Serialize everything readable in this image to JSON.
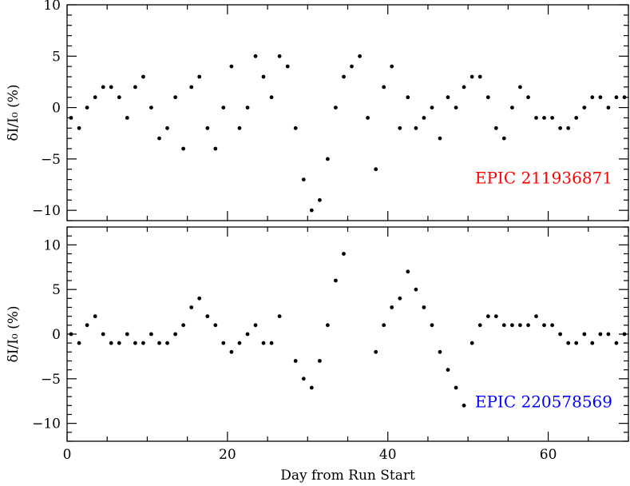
{
  "chart_data": [
    {
      "type": "scatter",
      "xlabel": "Day from Run Start",
      "ylabel": "δI/I₀ (%)",
      "annotation": "EPIC 211936871",
      "annotation_color": "#ff0000",
      "xlim": [
        0,
        70
      ],
      "ylim": [
        -11,
        10
      ],
      "x_ticks": [
        0,
        20,
        40,
        60
      ],
      "y_ticks": [
        -10,
        -5,
        0,
        5,
        10
      ],
      "y_tick_labels": [
        "−10",
        "−5",
        "0",
        "5",
        "10"
      ],
      "marker_color": "#000000",
      "series": [
        {
          "x": [
            0.5,
            1.5,
            2.5,
            3.5,
            4.5,
            5.5,
            6.5,
            7.5,
            8.5,
            9.5,
            10.5,
            11.5,
            12.5,
            13.5,
            14.5,
            15.5,
            16.5,
            17.5,
            18.5,
            19.5,
            20.5,
            21.5,
            22.5,
            23.5,
            24.5,
            25.5,
            26.5,
            27.5,
            28.5,
            29.5,
            30.5,
            31.5,
            32.5,
            33.5,
            34.5,
            35.5,
            36.5,
            37.5,
            38.5,
            39.5,
            40.5,
            41.5,
            42.5,
            43.5,
            44.5,
            45.5,
            46.5,
            47.5,
            48.5,
            49.5,
            50.5,
            51.5,
            52.5,
            53.5,
            54.5,
            55.5,
            56.5,
            57.5,
            58.5,
            59.5,
            60.5,
            61.5,
            62.5,
            63.5,
            64.5,
            65.5,
            66.5,
            67.5,
            68.5,
            69.5
          ],
          "y": [
            -1,
            -2,
            0,
            1,
            2,
            2,
            1,
            -1,
            2,
            3,
            0,
            -3,
            -2,
            1,
            -4,
            2,
            3,
            -2,
            -4,
            0,
            4,
            -2,
            0,
            5,
            3,
            1,
            5,
            4,
            -2,
            -7,
            -10,
            -9,
            -5,
            0,
            3,
            4,
            5,
            -1,
            -6,
            2,
            4,
            -2,
            1,
            -2,
            -1,
            0,
            -3,
            1,
            0,
            2,
            3,
            3,
            1,
            -2,
            -3,
            0,
            2,
            1,
            -1,
            -1,
            -1,
            -2,
            -2,
            -1,
            0,
            1,
            1,
            0,
            1,
            1
          ]
        }
      ]
    },
    {
      "type": "scatter",
      "xlabel": "Day from Run Start",
      "ylabel": "δI/I₀ (%)",
      "annotation": "EPIC 220578569",
      "annotation_color": "#0000ff",
      "xlim": [
        0,
        70
      ],
      "ylim": [
        -12,
        12
      ],
      "x_ticks": [
        0,
        20,
        40,
        60
      ],
      "y_ticks": [
        -10,
        -5,
        0,
        5,
        10
      ],
      "y_tick_labels": [
        "−10",
        "−5",
        "0",
        "5",
        "10"
      ],
      "marker_color": "#000000",
      "series": [
        {
          "x": [
            0.5,
            1.5,
            2.5,
            3.5,
            4.5,
            5.5,
            6.5,
            7.5,
            8.5,
            9.5,
            10.5,
            11.5,
            12.5,
            13.5,
            14.5,
            15.5,
            16.5,
            17.5,
            18.5,
            19.5,
            20.5,
            21.5,
            22.5,
            23.5,
            24.5,
            25.5,
            26.5,
            28.5,
            29.5,
            30.5,
            31.5,
            32.5,
            33.5,
            34.5,
            38.5,
            39.5,
            40.5,
            41.5,
            42.5,
            43.5,
            44.5,
            45.5,
            46.5,
            47.5,
            48.5,
            49.5,
            50.5,
            51.5,
            52.5,
            53.5,
            54.5,
            55.5,
            56.5,
            57.5,
            58.5,
            59.5,
            60.5,
            61.5,
            62.5,
            63.5,
            64.5,
            65.5,
            66.5,
            67.5,
            68.5,
            69.5
          ],
          "y": [
            0,
            -1,
            1,
            2,
            0,
            -1,
            -1,
            0,
            -1,
            -1,
            0,
            -1,
            -1,
            0,
            1,
            3,
            4,
            2,
            1,
            -1,
            -2,
            -1,
            0,
            1,
            -1,
            -1,
            2,
            -3,
            -5,
            -6,
            -3,
            1,
            6,
            9,
            -2,
            1,
            3,
            4,
            7,
            5,
            3,
            1,
            -2,
            -4,
            -6,
            -8,
            -1,
            1,
            2,
            2,
            1,
            1,
            1,
            1,
            2,
            1,
            1,
            0,
            -1,
            -1,
            0,
            -1,
            0,
            0,
            -1,
            0
          ]
        }
      ]
    }
  ]
}
